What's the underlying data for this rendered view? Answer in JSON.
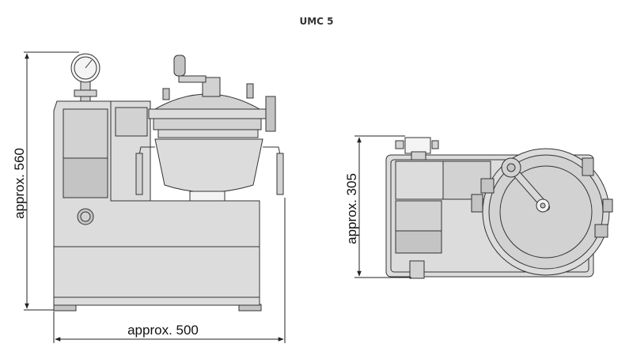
{
  "title": "UMC 5",
  "dimensions": {
    "height": "approx. 560",
    "width": "approx. 500",
    "depth": "approx. 305"
  }
}
